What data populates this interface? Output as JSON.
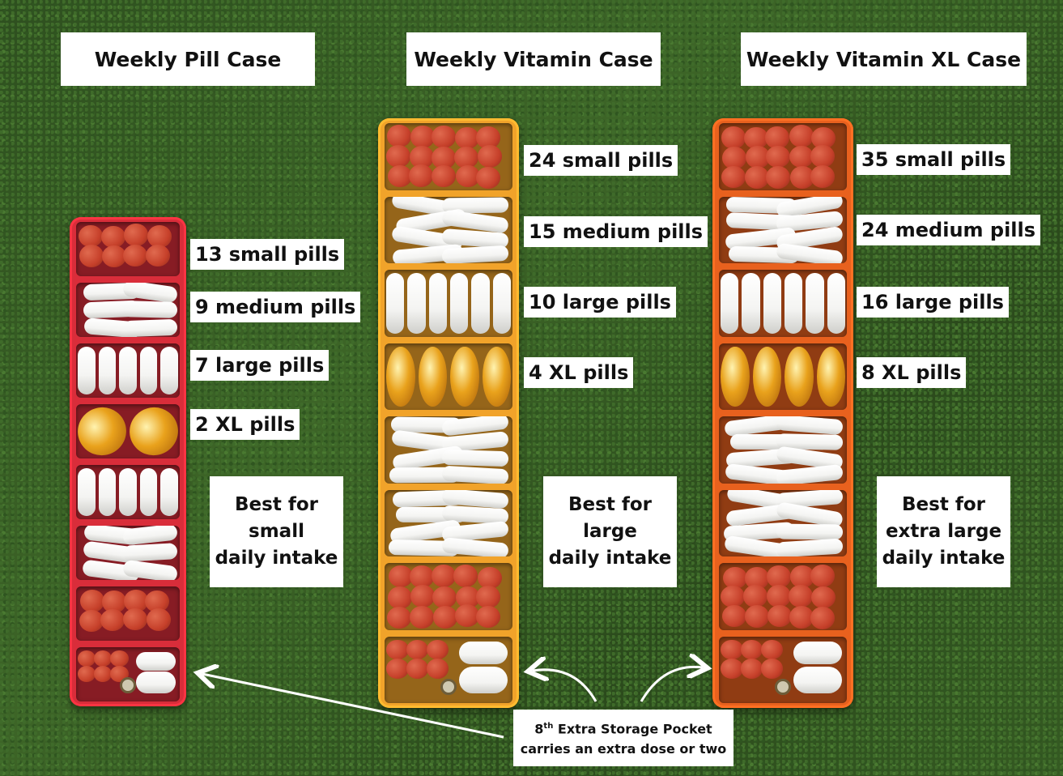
{
  "titles": [
    "Weekly Pill Case",
    "Weekly Vitamin Case",
    "Weekly Vitamin XL Case"
  ],
  "cases": [
    {
      "name": "pill-case",
      "color": "#d92d3a",
      "counts": [
        "13 small pills",
        "9 medium pills",
        "7 large pills",
        "2 XL pills"
      ],
      "best": [
        "Best for",
        "small",
        "daily intake"
      ],
      "compartments": [
        "round",
        "oval",
        "oblong",
        "softgel",
        "oblong",
        "oval",
        "round",
        "mixed"
      ]
    },
    {
      "name": "vitamin-case",
      "color": "#f1a32a",
      "counts": [
        "24 small pills",
        "15 medium pills",
        "10 large pills",
        "4 XL pills"
      ],
      "best": [
        "Best for",
        "large",
        "daily intake"
      ],
      "compartments": [
        "round",
        "oval",
        "oblong",
        "softgel",
        "oval",
        "oval",
        "round",
        "mixed"
      ]
    },
    {
      "name": "vitamin-xl-case",
      "color": "#e8611e",
      "counts": [
        "35 small pills",
        "24 medium pills",
        "16 large pills",
        "8 XL pills"
      ],
      "best": [
        "Best for",
        "extra large",
        "daily intake"
      ],
      "compartments": [
        "round",
        "oval",
        "oblong",
        "softgel",
        "oval",
        "oval",
        "round",
        "mixed"
      ]
    }
  ],
  "note": {
    "number": "8",
    "superscript": "th",
    "line1": " Extra Storage Pocket",
    "line2": "carries an extra dose or two"
  },
  "colors": {
    "red_pill": "#c6402a",
    "white_pill": "#f4f4f2",
    "softgel": "#e9a21c"
  }
}
